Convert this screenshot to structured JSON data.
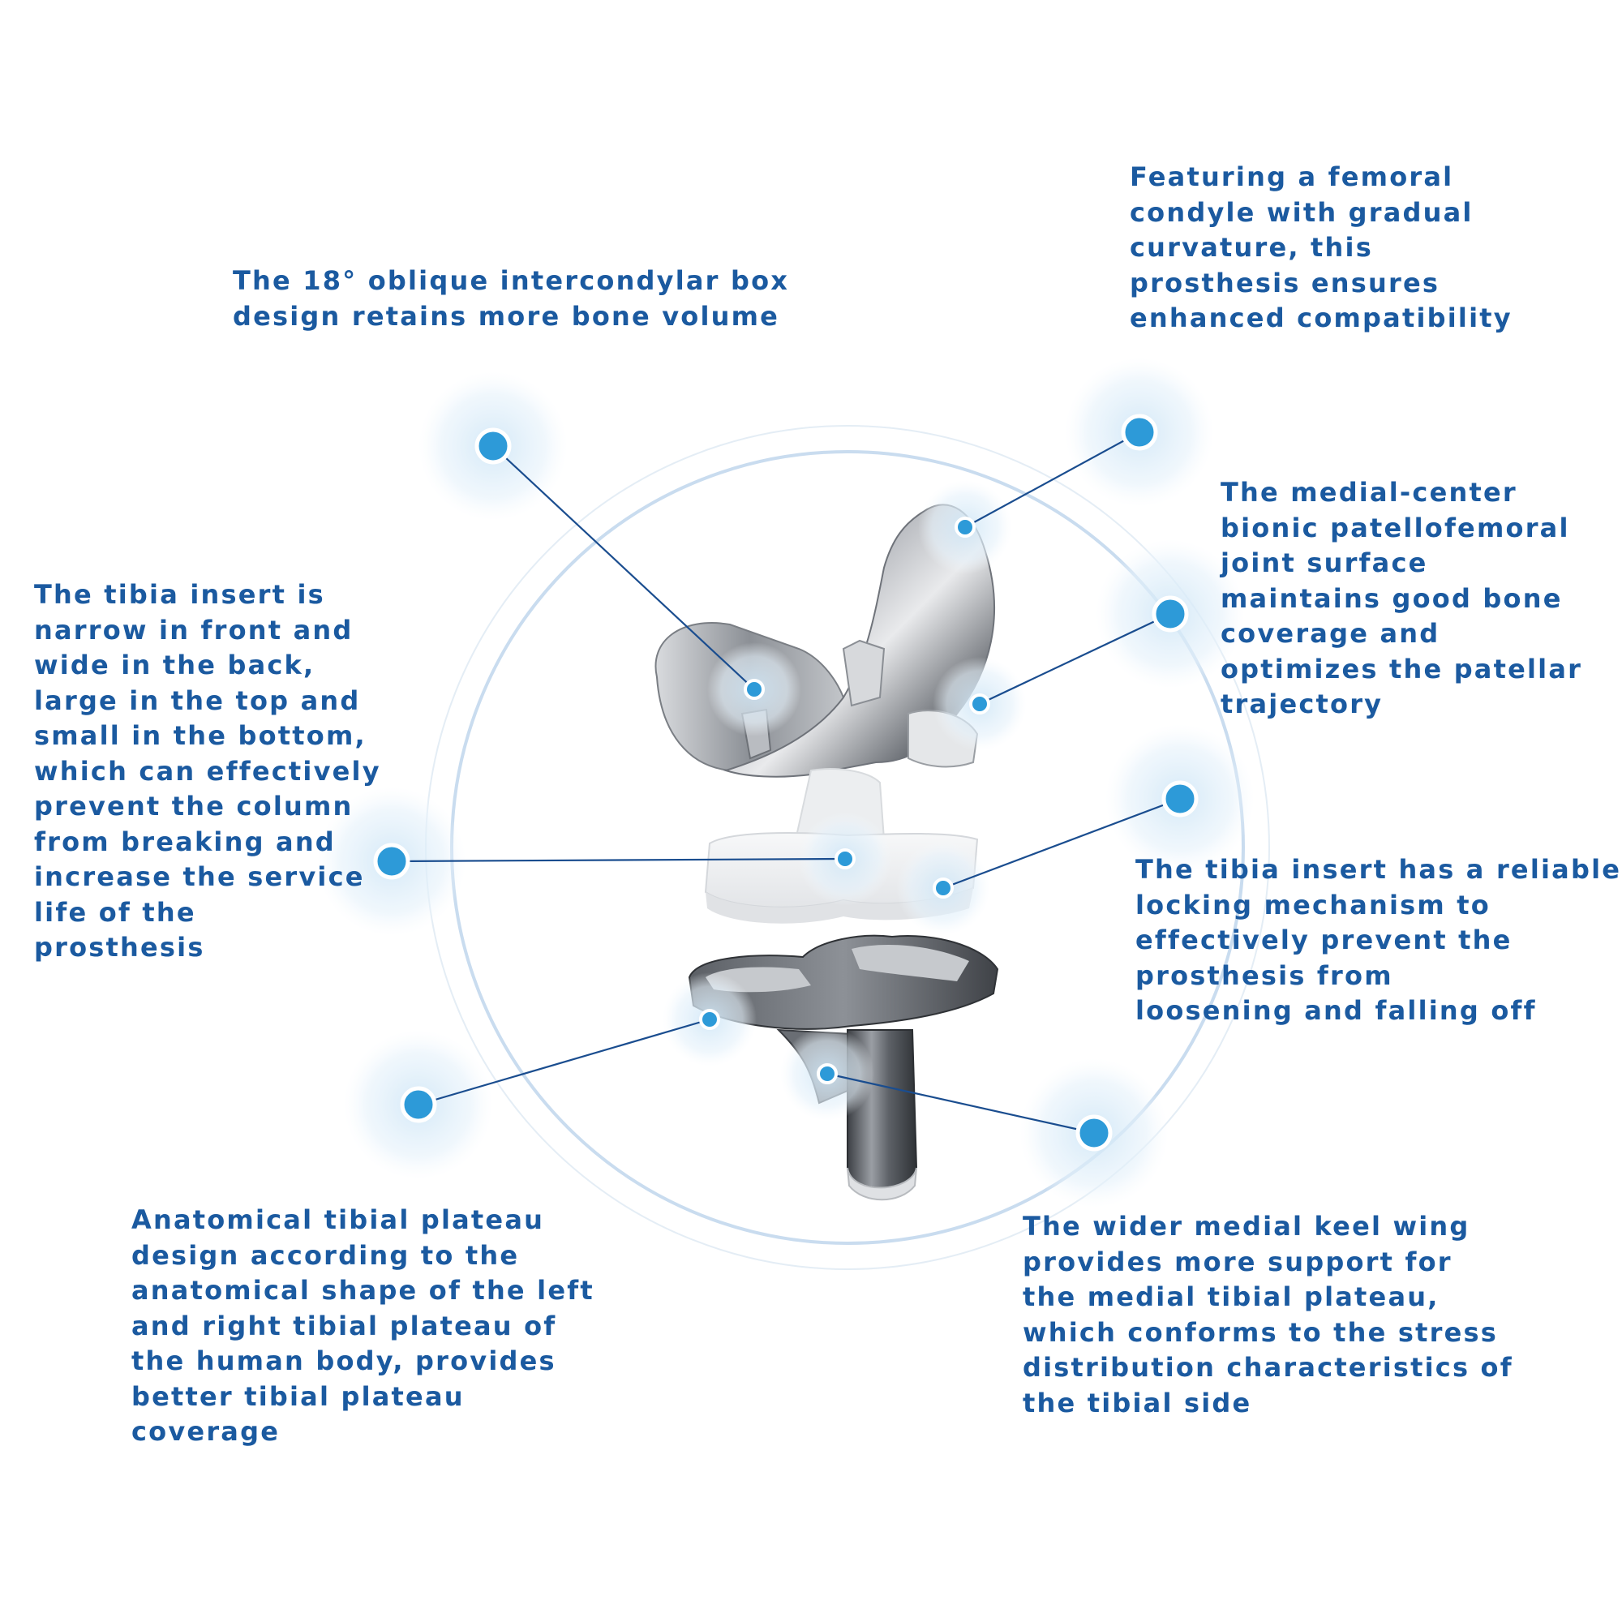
{
  "colors": {
    "text": "#1b5aa0",
    "accent": "#2d9ad8",
    "leader_line": "#1a4d8f",
    "ring": "#cfe1f1",
    "metal_light": "#f2f3f5",
    "metal_dark": "#4a4d52",
    "insert": "#eef0f2"
  },
  "callouts": {
    "box_design": {
      "lines": [
        "The 18° oblique intercondylar box",
        "design retains more bone volume"
      ]
    },
    "femoral_condyle": {
      "lines": [
        "Featuring a femoral",
        "condyle with gradual",
        "curvature, this",
        "prosthesis ensures",
        "enhanced compatibility"
      ]
    },
    "patellofemoral": {
      "lines": [
        "The medial-center",
        "bionic patellofemoral",
        "joint surface",
        "maintains good bone",
        "coverage and",
        "optimizes the patellar",
        "trajectory"
      ]
    },
    "tibia_insert_shape": {
      "lines": [
        "The tibia insert is",
        "narrow in front and",
        "wide in the back,",
        "large in the top and",
        "small in the bottom,",
        "which can effectively",
        "prevent the column",
        "from breaking and",
        "increase the service",
        "life of the",
        "prosthesis"
      ]
    },
    "locking_mechanism": {
      "lines": [
        "The tibia insert has a reliable",
        "locking mechanism to",
        "effectively prevent the",
        "prosthesis from",
        "loosening and falling off"
      ]
    },
    "tibial_plateau": {
      "lines": [
        "Anatomical tibial plateau",
        "design according to the",
        "anatomical shape of the left",
        "and right tibial plateau of",
        "the human body, provides",
        "better tibial plateau",
        "coverage"
      ]
    },
    "keel_wing": {
      "lines": [
        "The wider medial keel wing",
        "provides more support for",
        "the medial tibial plateau,",
        "which conforms to the stress",
        "distribution characteristics of",
        "the tibial side"
      ]
    }
  }
}
